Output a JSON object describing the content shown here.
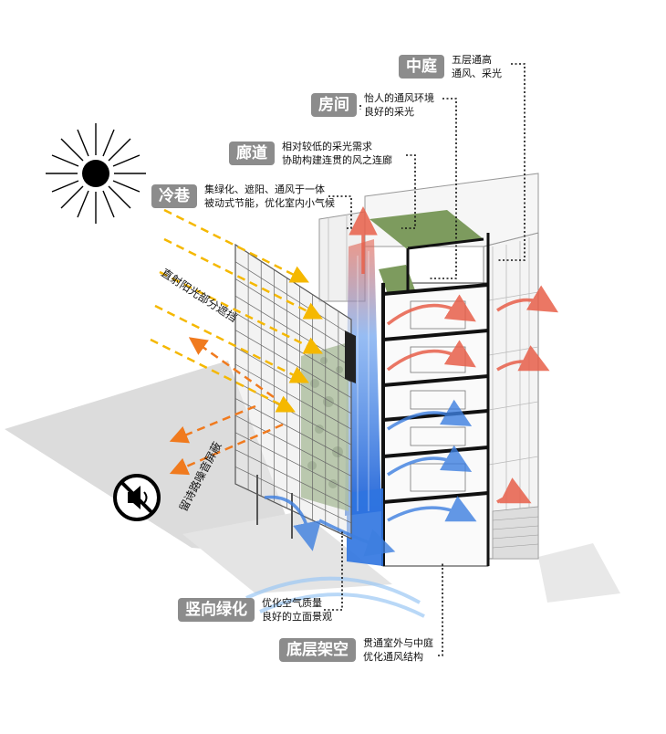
{
  "labels": [
    {
      "key": "zhongting",
      "title": "中庭",
      "lines": [
        "五层通高",
        "通风、采光"
      ]
    },
    {
      "key": "fangjian",
      "title": "房间",
      "lines": [
        "怡人的通风环境",
        "良好的采光"
      ]
    },
    {
      "key": "langdao",
      "title": "廊道",
      "lines": [
        "相对较低的采光需求",
        "协助构建连贯的风之连廊"
      ]
    },
    {
      "key": "lengxiang",
      "title": "冷巷",
      "lines": [
        "集绿化、遮阳、通风于一体",
        "被动式节能，优化室内小气候"
      ]
    },
    {
      "key": "shuxiang",
      "title": "竖向绿化",
      "lines": [
        "优化空气质量",
        "良好的立面景观"
      ]
    },
    {
      "key": "diceng",
      "title": "底层架空",
      "lines": [
        "贯通室外与中庭",
        "优化通风结构"
      ]
    }
  ],
  "annotations": {
    "sun_block": "直射阳光部分遮挡",
    "noise_screen": "留诗路噪音屏蔽"
  },
  "colors": {
    "sun_ray": "#f5b800",
    "noise_arrow": "#f07a1e",
    "wind_red": "#e8604a",
    "wind_blue": "#3d7fe0",
    "green_wall": "#6a8f4c",
    "tag_bg": "#8c8c8c"
  },
  "icons": [
    "sun-icon",
    "mute-speaker-icon"
  ]
}
